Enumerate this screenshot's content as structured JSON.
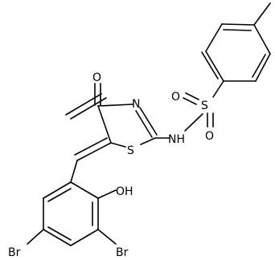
{
  "structure": {
    "atoms": {
      "oxygen_carbonyl": "O",
      "nitrogen_ring": "N",
      "sulfur_ring": "S",
      "nitrogen_nh": "NH",
      "sulfur_sulfonyl": "S",
      "oxygen_sulfonyl_1": "O",
      "oxygen_sulfonyl_2": "O",
      "hydroxyl": "OH",
      "bromine_1": "Br",
      "bromine_2": "Br"
    }
  }
}
